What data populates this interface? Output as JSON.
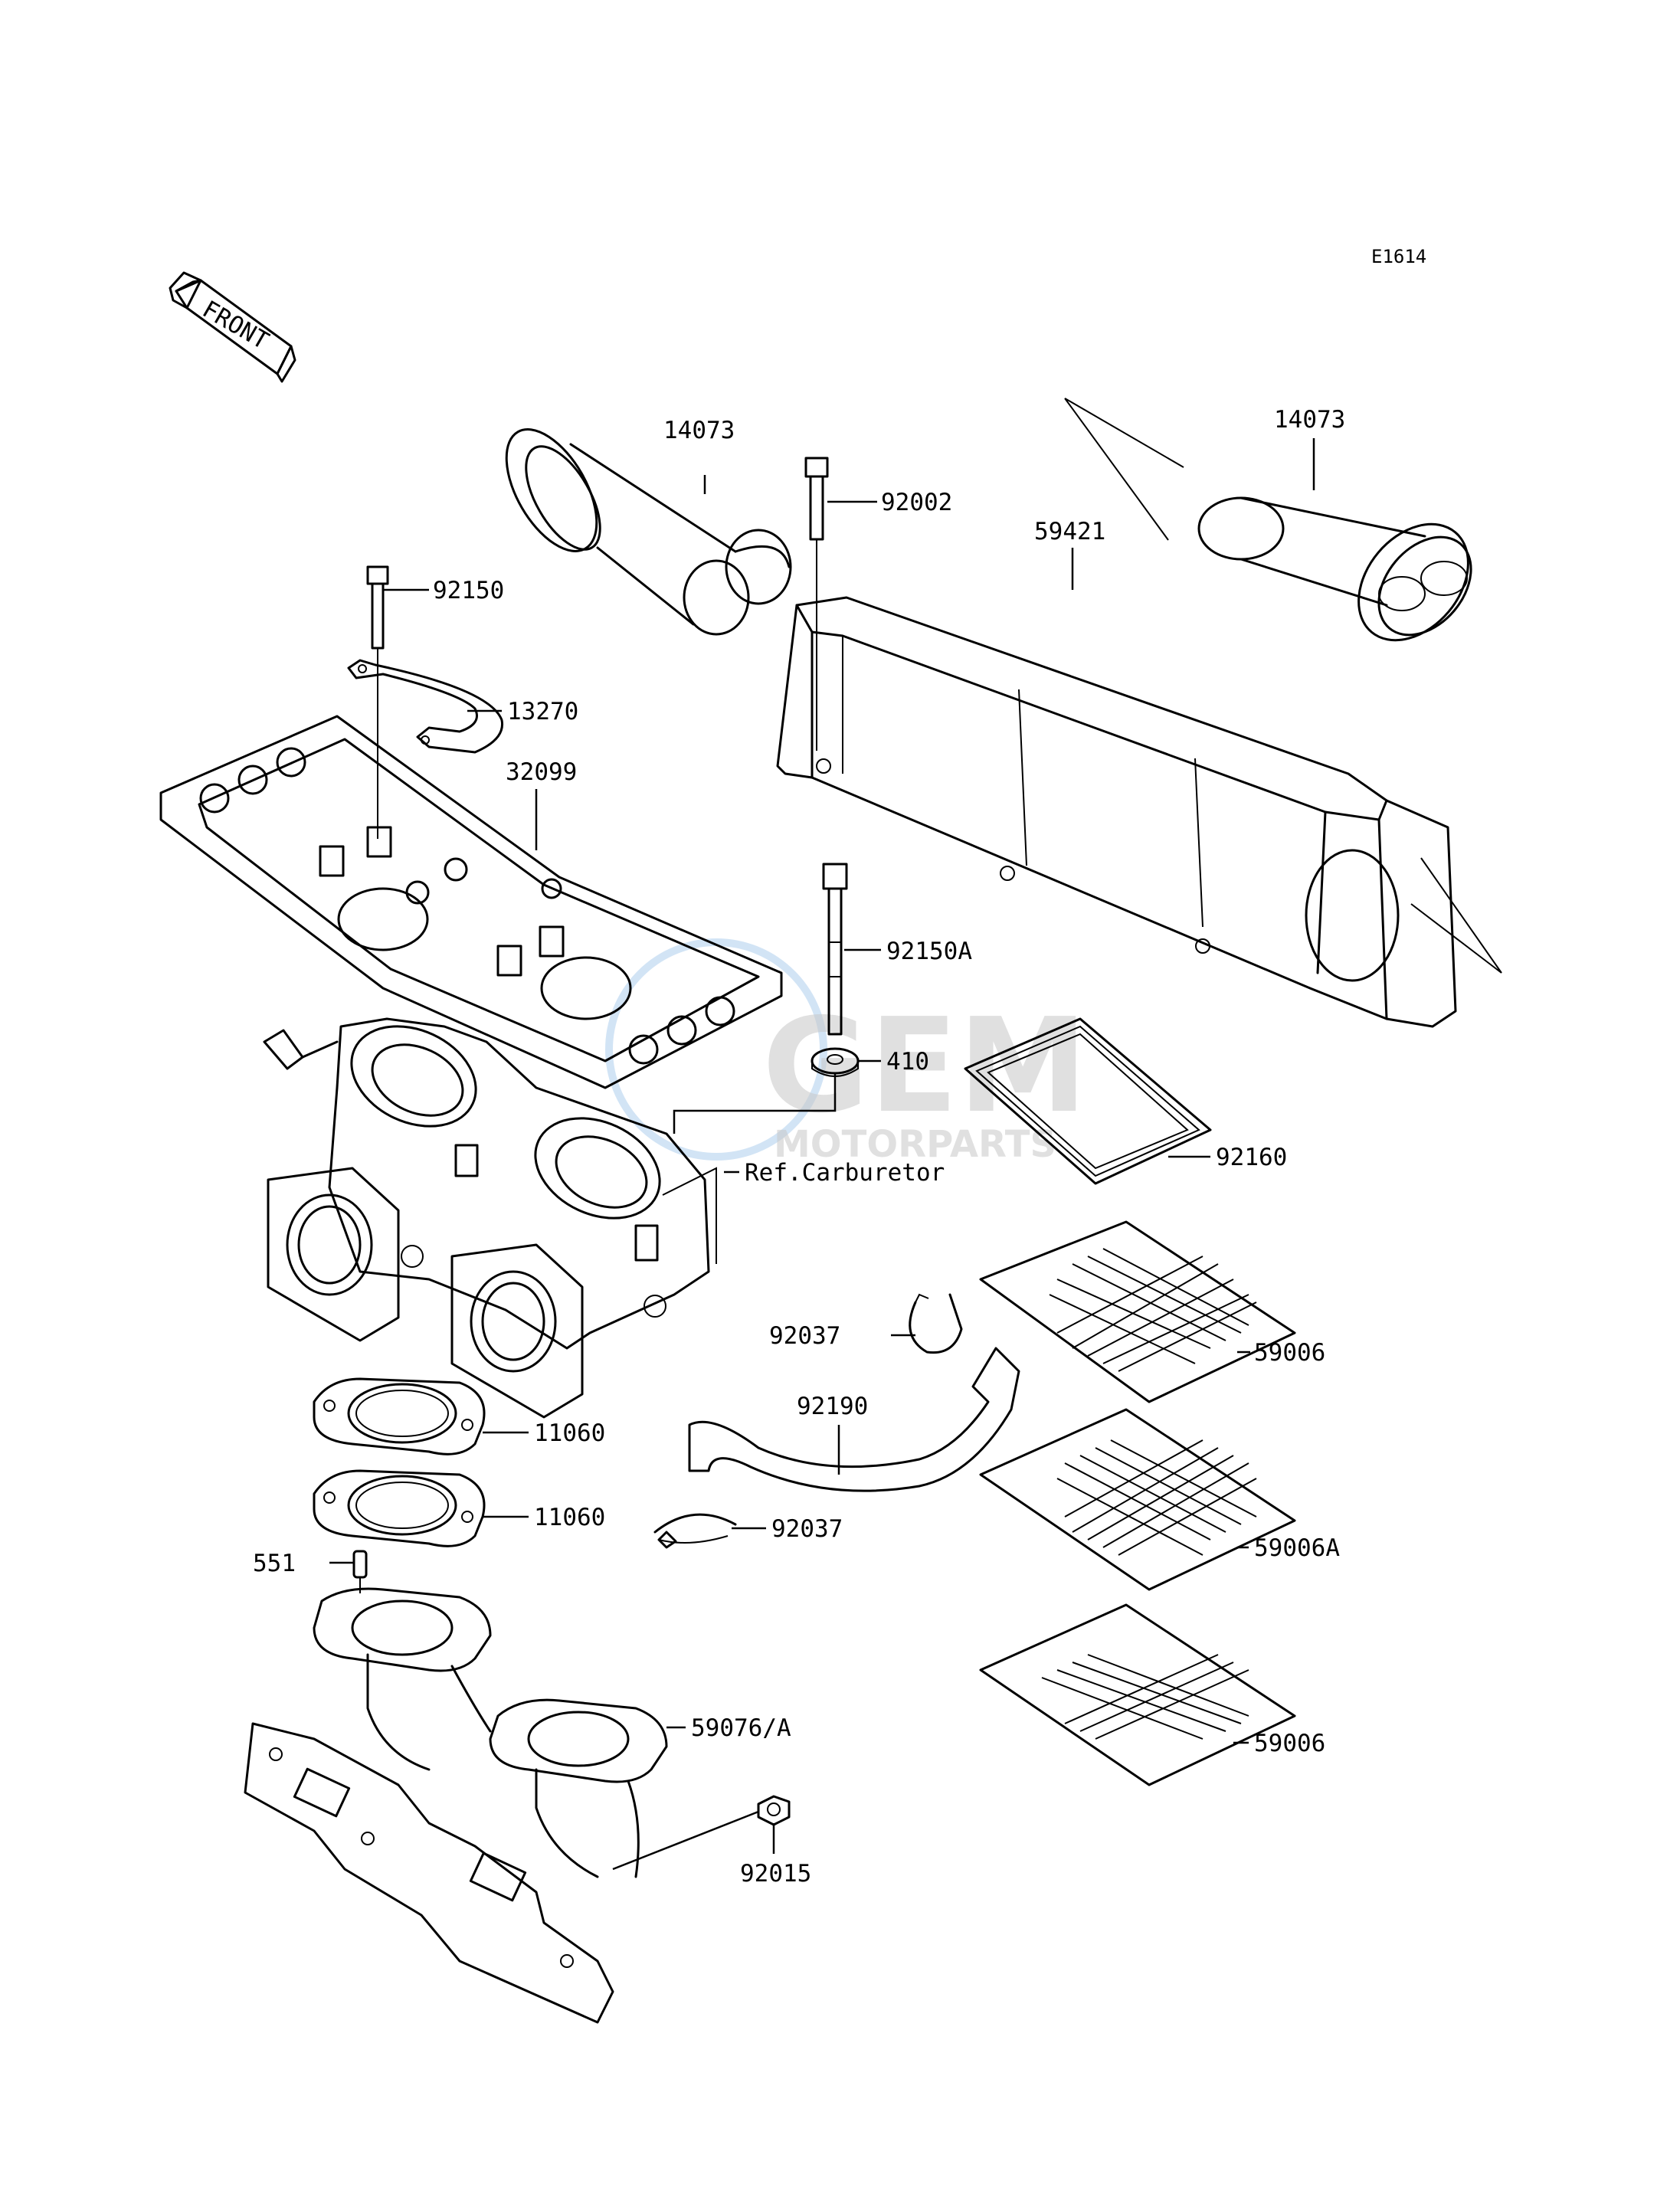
{
  "diagram": {
    "code": "E1614",
    "front_label": "FRONT",
    "watermark": {
      "brand": "GEM",
      "sub": "MOTORPARTS"
    },
    "parts": [
      {
        "id": "p14073a",
        "number": "14073"
      },
      {
        "id": "p92002",
        "number": "92002"
      },
      {
        "id": "p14073b",
        "number": "14073"
      },
      {
        "id": "p92150",
        "number": "92150"
      },
      {
        "id": "p59421",
        "number": "59421"
      },
      {
        "id": "p13270",
        "number": "13270"
      },
      {
        "id": "p32099",
        "number": "32099"
      },
      {
        "id": "p92150A",
        "number": "92150A"
      },
      {
        "id": "p410",
        "number": "410"
      },
      {
        "id": "pRef",
        "number": "Ref.Carburetor"
      },
      {
        "id": "p92160",
        "number": "92160"
      },
      {
        "id": "p92037a",
        "number": "92037"
      },
      {
        "id": "p59006a",
        "number": "59006"
      },
      {
        "id": "p92190",
        "number": "92190"
      },
      {
        "id": "p11060a",
        "number": "11060"
      },
      {
        "id": "p11060b",
        "number": "11060"
      },
      {
        "id": "p92037b",
        "number": "92037"
      },
      {
        "id": "p59006A",
        "number": "59006A"
      },
      {
        "id": "p551",
        "number": "551"
      },
      {
        "id": "p59076",
        "number": "59076/A"
      },
      {
        "id": "p59006b",
        "number": "59006"
      },
      {
        "id": "p92015",
        "number": "92015"
      }
    ]
  }
}
